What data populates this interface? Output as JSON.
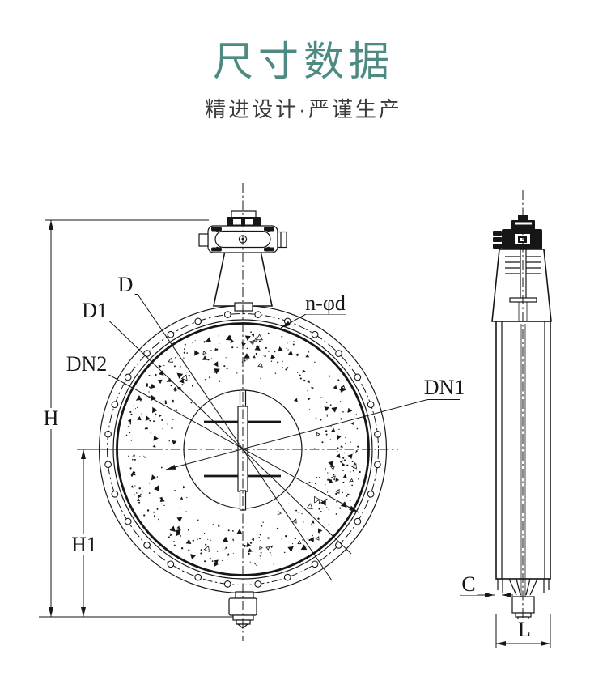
{
  "header": {
    "title": "尺寸数据",
    "subtitle": "精进设计·严谨生产"
  },
  "colors": {
    "background": "#ffffff",
    "title": "#4d8b82",
    "subtitle": "#3a3a3a",
    "line": "#161616"
  },
  "dimensions": {
    "outer_diameter": "D",
    "bolt_circle_diameter": "D1",
    "nominal_bore_2": "DN2",
    "nominal_bore_1": "DN1",
    "bolt_holes": "n-φd",
    "height": "H",
    "height_lower": "H1",
    "clearance": "C",
    "body_length": "L"
  }
}
